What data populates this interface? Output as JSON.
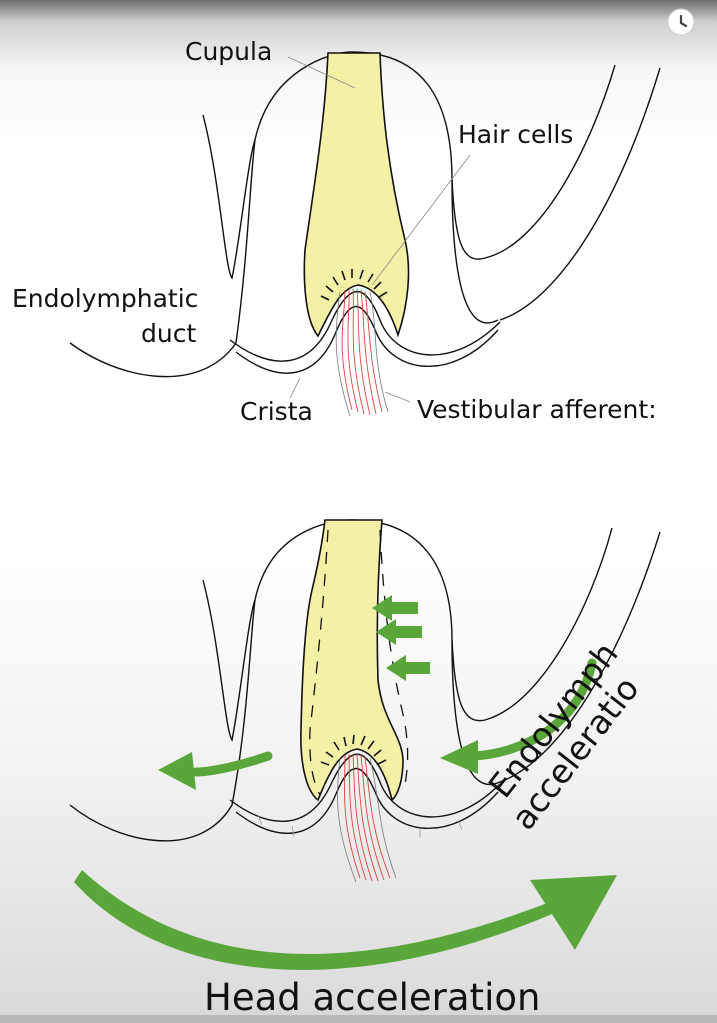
{
  "labels": {
    "cupula": "Cupula",
    "hair_cells": "Hair cells",
    "endolymphatic_line1": "Endolymphatic",
    "endolymphatic_line2": "duct",
    "crista": "Crista",
    "vestibular_afferents": "Vestibular afferent:",
    "endolymph_line1": "Endolymph",
    "endolymph_line2": "acceleratio",
    "head_acceleration": "Head acceleration"
  },
  "icons": {
    "corner": "clock-icon"
  },
  "colors": {
    "cupula_fill": "#f3f1a6",
    "nerve": "#d9463f",
    "arrow_green": "#5aa63a",
    "outline": "#111111"
  }
}
